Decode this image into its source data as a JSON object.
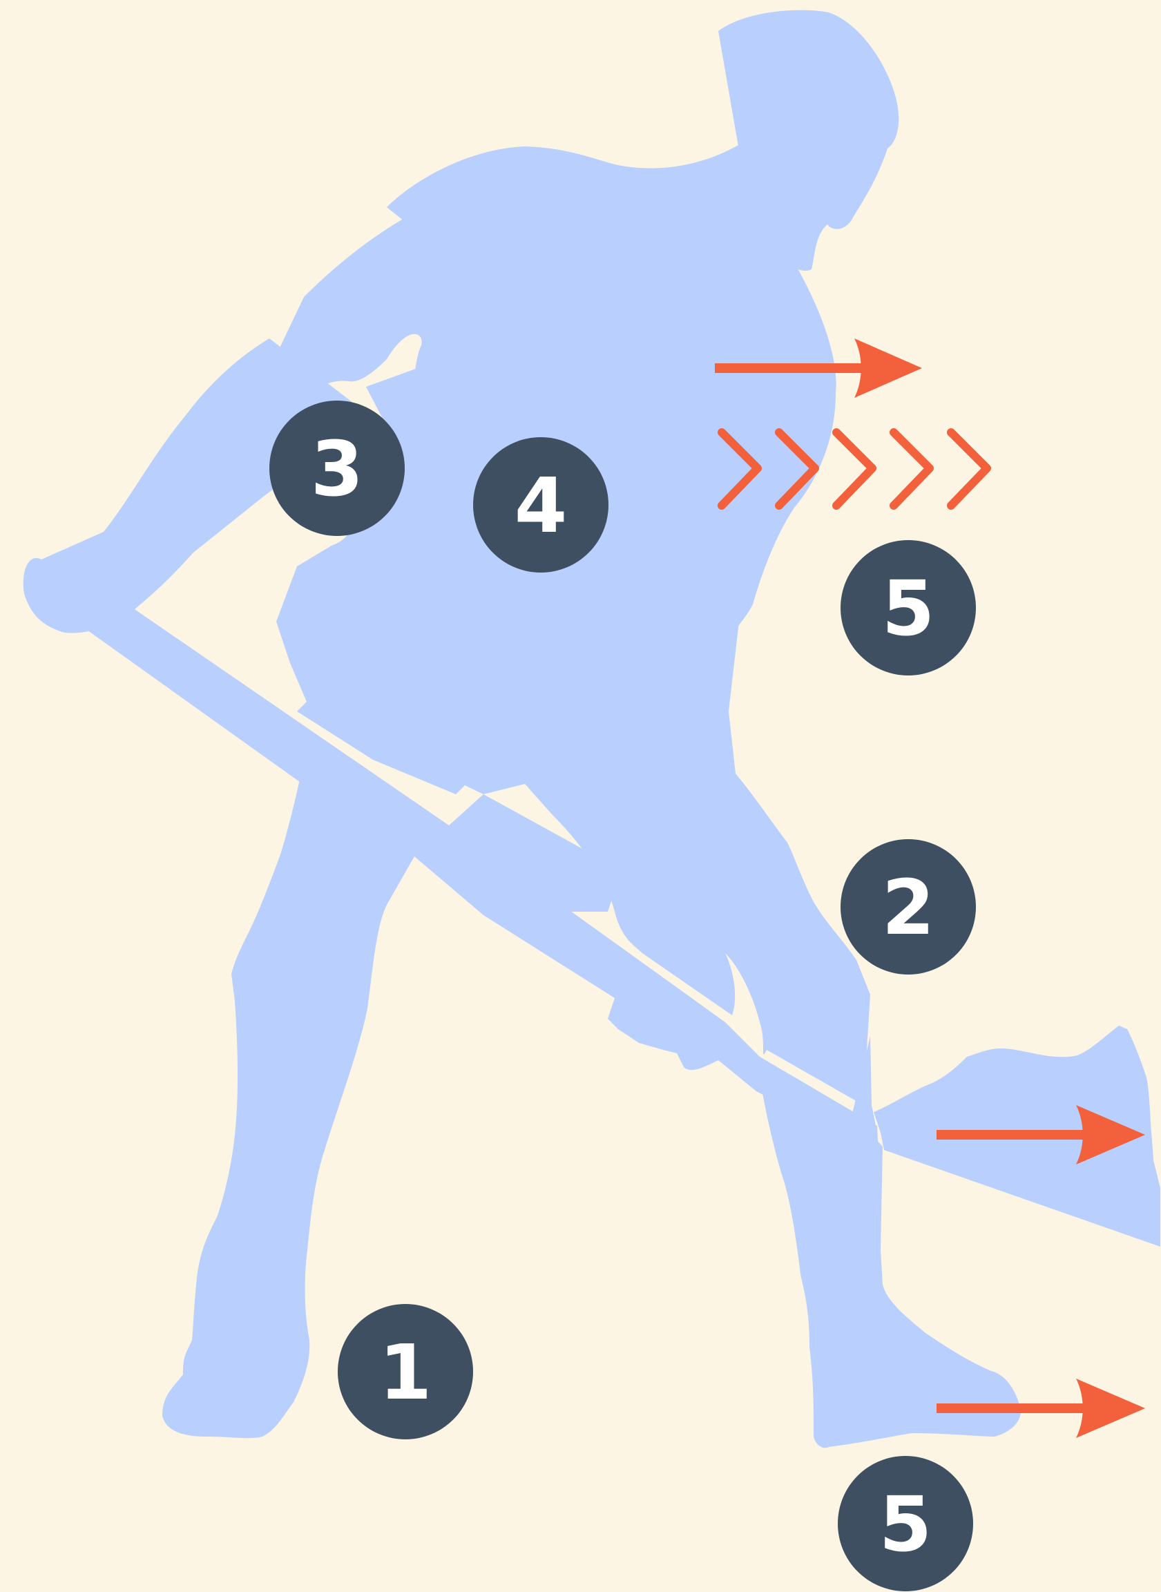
{
  "colors": {
    "background": "#FDF5E4",
    "silhouette": "#B9CFFE",
    "marker_fill": "#3D4F60",
    "marker_text": "#FFFFFF",
    "arrow": "#F2603C"
  },
  "markers": [
    {
      "id": "marker-1",
      "label": "1"
    },
    {
      "id": "marker-2",
      "label": "2"
    },
    {
      "id": "marker-3",
      "label": "3"
    },
    {
      "id": "marker-4",
      "label": "4"
    },
    {
      "id": "marker-5-upper",
      "label": "5"
    },
    {
      "id": "marker-5-lower",
      "label": "5"
    }
  ],
  "arrows": [
    {
      "id": "torso-direction-arrow"
    },
    {
      "id": "shovel-direction-arrow"
    },
    {
      "id": "feet-direction-arrow"
    }
  ],
  "chevrons": {
    "count": 5
  }
}
